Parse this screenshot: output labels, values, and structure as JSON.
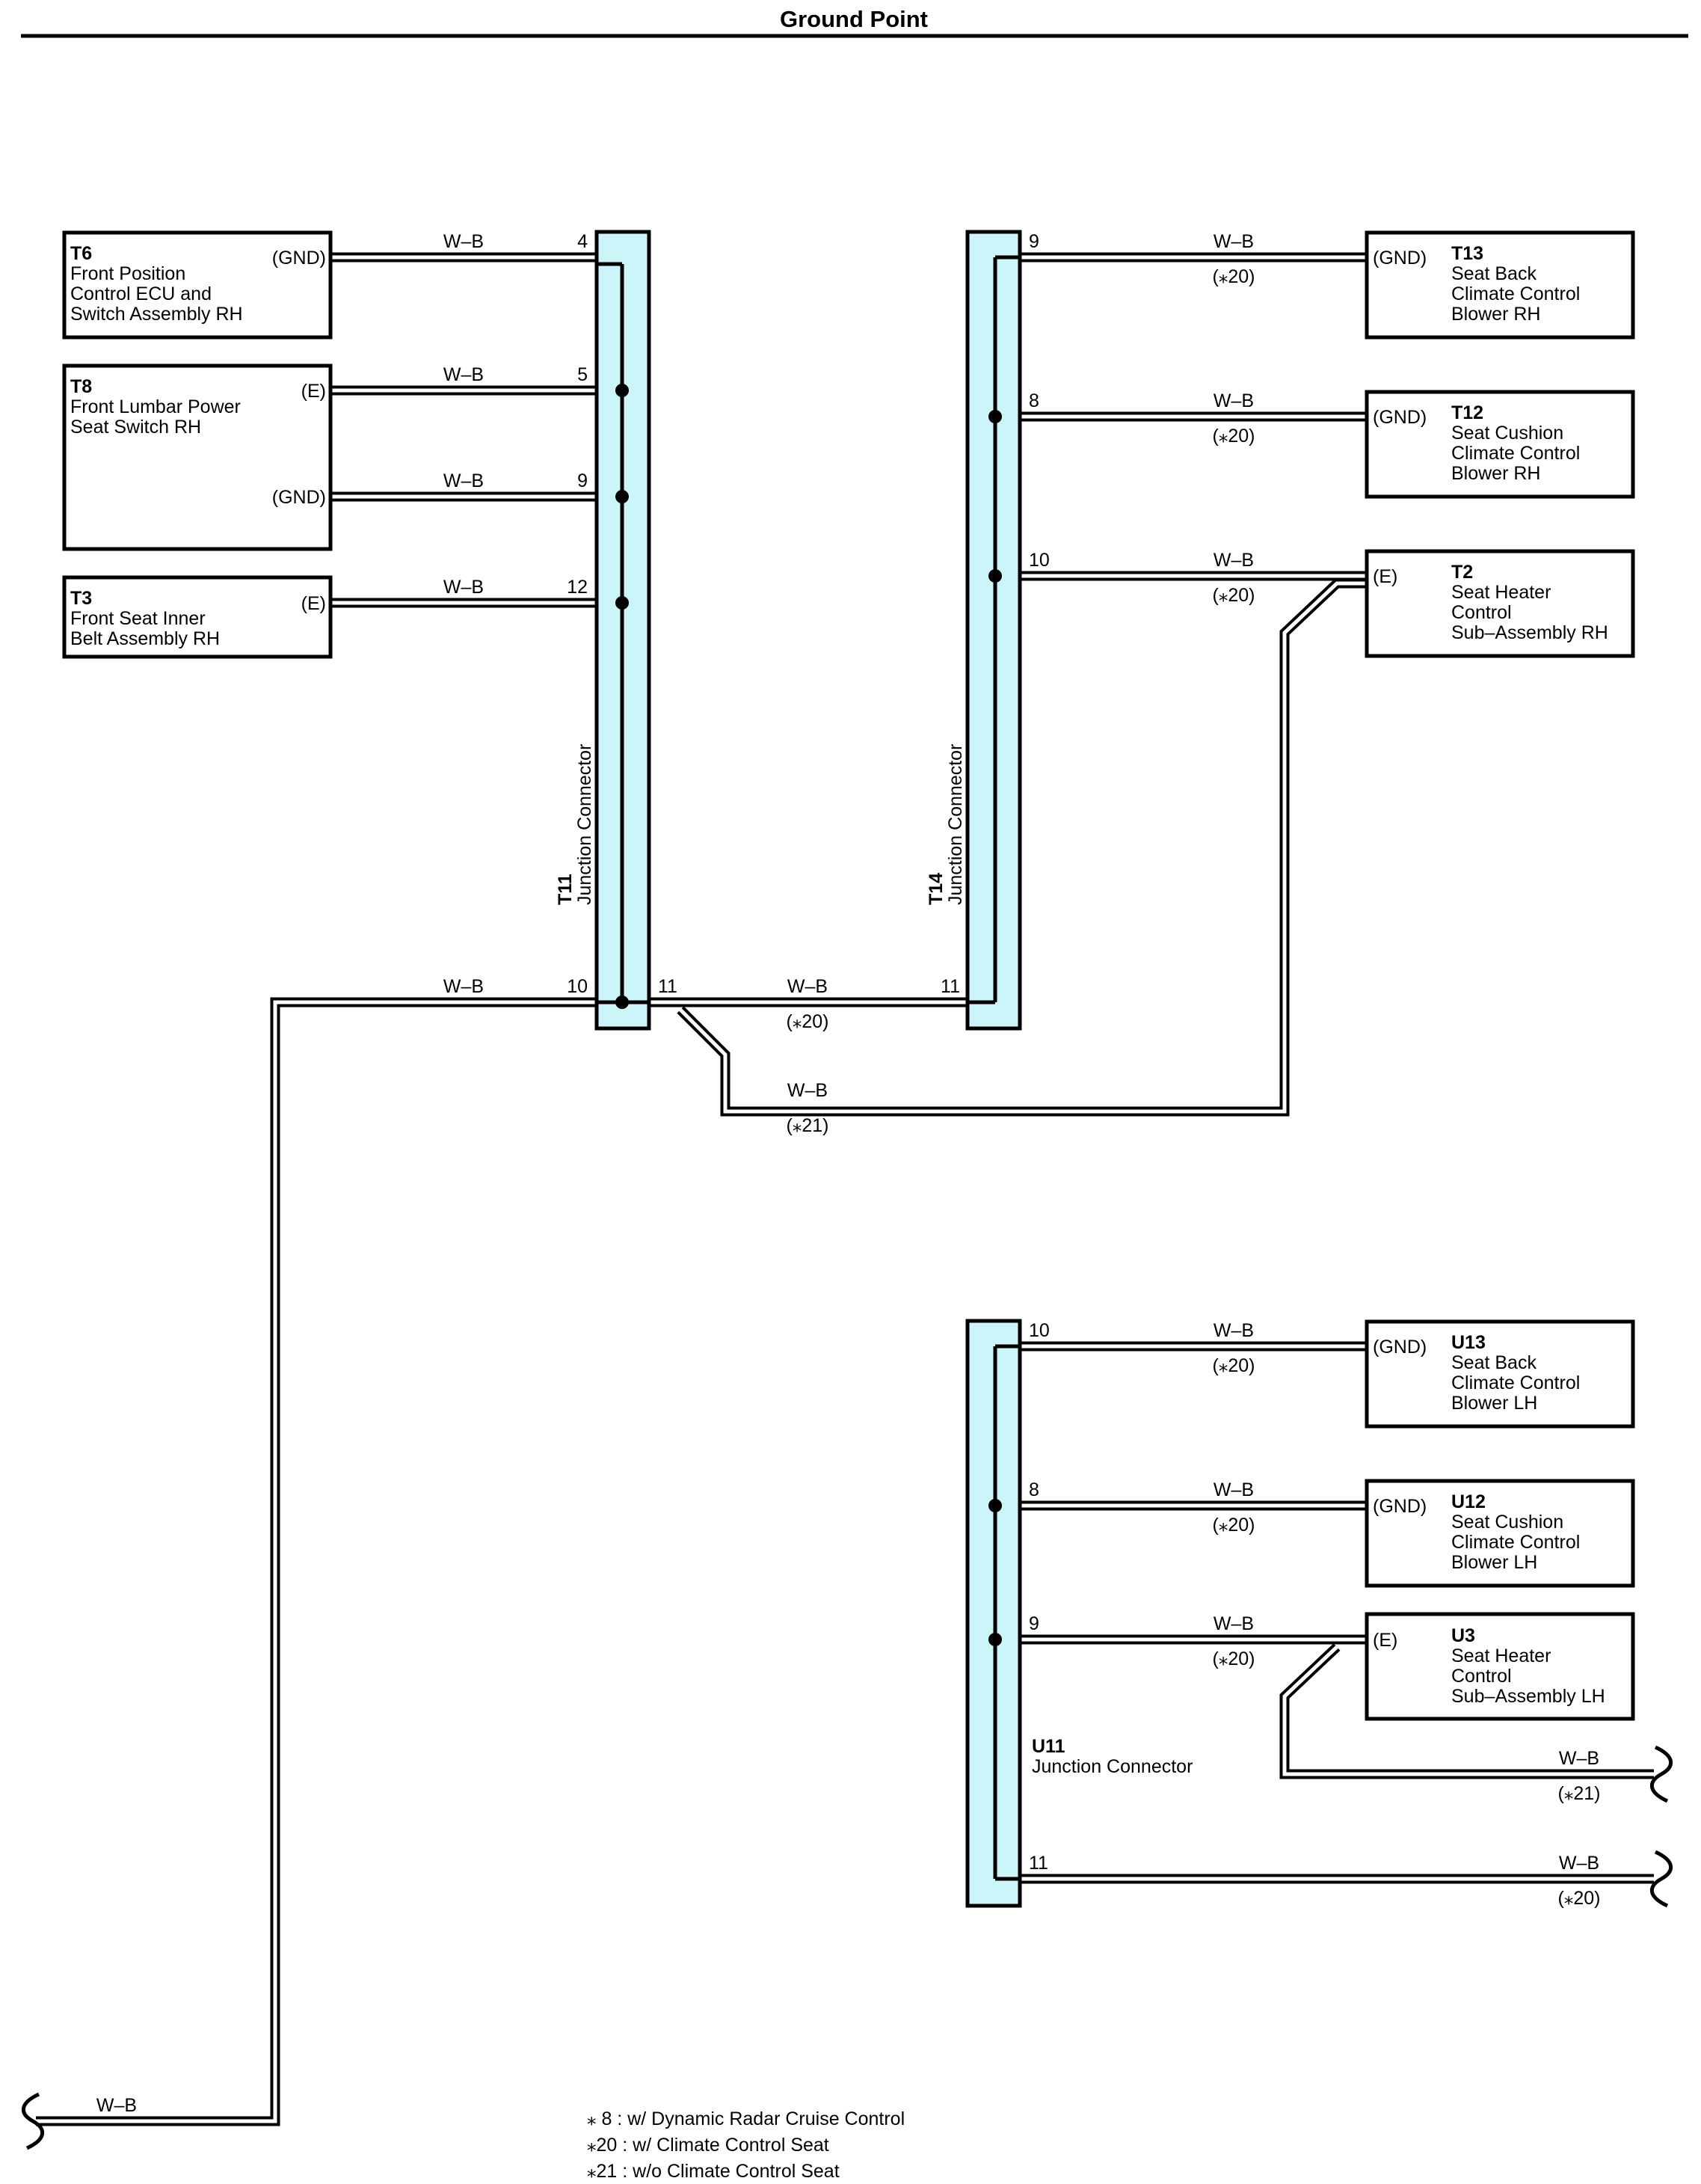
{
  "header": {
    "title": "Ground Point"
  },
  "components": {
    "T6": {
      "code": "T6",
      "pin_gnd": "(GND)",
      "lines": [
        "Front Position",
        "Control ECU and",
        "Switch Assembly RH"
      ]
    },
    "T8": {
      "code": "T8",
      "pin_e": "(E)",
      "pin_gnd": "(GND)",
      "lines": [
        "Front Lumbar Power",
        "Seat Switch RH"
      ]
    },
    "T3": {
      "code": "T3",
      "pin_e": "(E)",
      "lines": [
        "Front Seat Inner",
        "Belt Assembly RH"
      ]
    },
    "T13": {
      "code": "T13",
      "pin_gnd": "(GND)",
      "lines": [
        "Seat Back",
        "Climate Control",
        "Blower RH"
      ]
    },
    "T12": {
      "code": "T12",
      "pin_gnd": "(GND)",
      "lines": [
        "Seat Cushion",
        "Climate Control",
        "Blower RH"
      ]
    },
    "T2": {
      "code": "T2",
      "pin_e": "(E)",
      "lines": [
        "Seat Heater",
        "Control",
        "Sub–Assembly RH"
      ]
    },
    "U13": {
      "code": "U13",
      "pin_gnd": "(GND)",
      "lines": [
        "Seat Back",
        "Climate Control",
        "Blower LH"
      ]
    },
    "U12": {
      "code": "U12",
      "pin_gnd": "(GND)",
      "lines": [
        "Seat Cushion",
        "Climate Control",
        "Blower LH"
      ]
    },
    "U3": {
      "code": "U3",
      "pin_e": "(E)",
      "lines": [
        "Seat Heater",
        "Control",
        "Sub–Assembly LH"
      ]
    }
  },
  "junctions": {
    "T11": {
      "code": "T11",
      "name": "Junction Connector",
      "pins": [
        "4",
        "5",
        "9",
        "12",
        "10",
        "11"
      ]
    },
    "T14": {
      "code": "T14",
      "name": "Junction Connector",
      "pins": [
        "9",
        "8",
        "10",
        "11"
      ]
    },
    "U11": {
      "code": "U11",
      "name": "Junction Connector",
      "pins": [
        "10",
        "8",
        "9",
        "11"
      ]
    }
  },
  "wire_color": "W–B",
  "wire_notes": {
    "n20": "(⁎20)",
    "n21": "(⁎21)"
  },
  "footnotes": [
    {
      "mark": "⁎ 8",
      "text": " : w/ Dynamic Radar Cruise Control"
    },
    {
      "mark": "⁎20",
      "text": " : w/ Climate Control Seat"
    },
    {
      "mark": "⁎21",
      "text": " : w/o Climate Control Seat"
    }
  ],
  "colors": {
    "junction_fill": "#ccf5f9",
    "line": "#000000"
  }
}
